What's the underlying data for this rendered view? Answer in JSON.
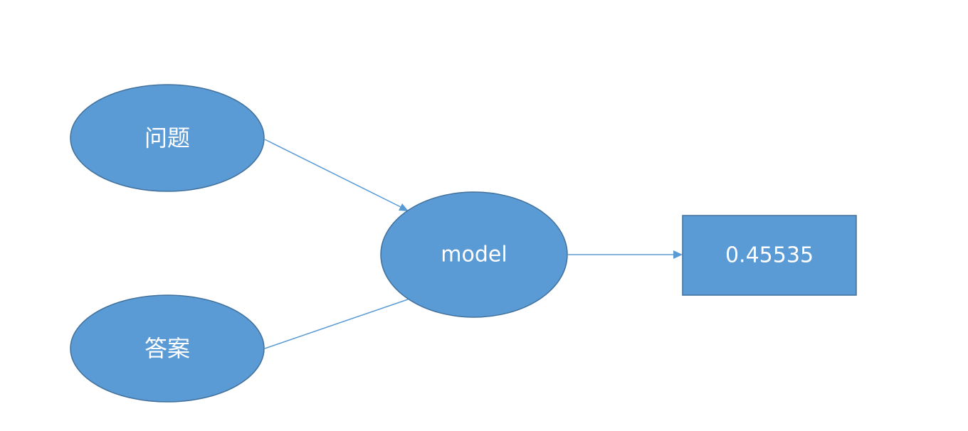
{
  "nodes": {
    "question": {
      "label": "问题",
      "shape": "ellipse"
    },
    "answer": {
      "label": "答案",
      "shape": "ellipse"
    },
    "model": {
      "label": "model",
      "shape": "ellipse"
    },
    "output": {
      "label": "0.45535",
      "shape": "rectangle"
    }
  },
  "edges": [
    {
      "from": "question",
      "to": "model",
      "arrow": true
    },
    {
      "from": "answer",
      "to": "model",
      "arrow": false
    },
    {
      "from": "model",
      "to": "output",
      "arrow": true
    }
  ],
  "colors": {
    "node_fill": "#5b9bd5",
    "node_stroke": "#41719c",
    "edge": "#5b9bd5",
    "label": "#ffffff"
  }
}
